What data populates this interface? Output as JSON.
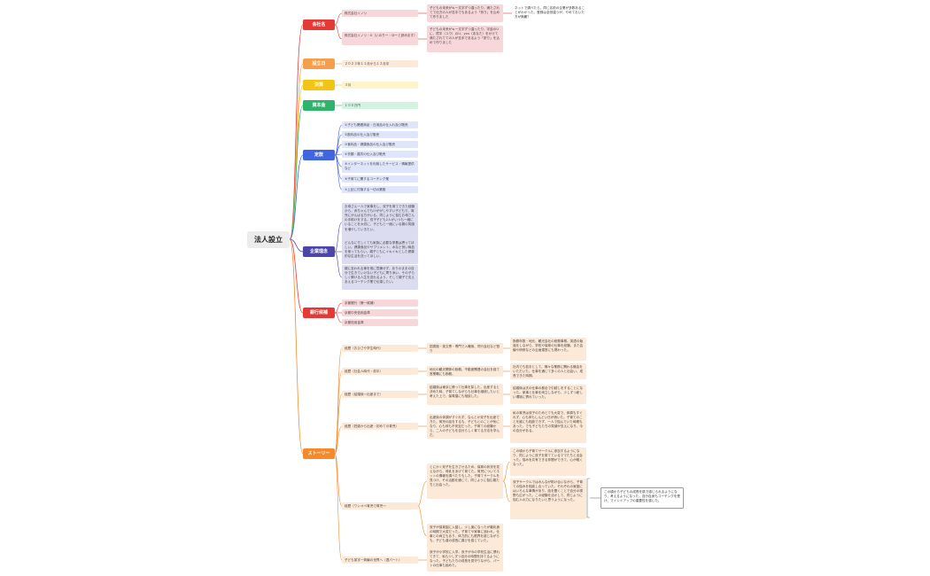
{
  "root": "法人設立",
  "colors": {
    "company": "#e53935",
    "founded": "#f59f4c",
    "fiscal": "#f2c515",
    "capital": "#2eb36b",
    "articles": "#3f66e0",
    "philosophy": "#4c46a8",
    "bank": "#e53935",
    "story": "#f58a2a"
  },
  "company": {
    "label": "会社名",
    "items": [
      "株式会社イノリ",
      "株式会社イノリ・U（いのりー・ゆーと読みます）"
    ],
    "notes": [
      "子どもの未来がキ一文字ずつ違ったり、満たされてて仕方の人が苦手でもあるよう「祈り」を込めて作りました",
      "子どもの未来がキ一文字ずつ違ったり、宇宙のUに、賀宇（ユウ）のU、you（あなた）をかけて満たされてての人が苦手であるよう「祈り」を込めて作りました"
    ],
    "note2": "ネットで調べたら、同じ名前の企業が多数あることがわかった。登録は全然違うが、やめておいた方が無難？"
  },
  "founded": {
    "label": "設立日",
    "value": "２０２３年１１月から１２月中"
  },
  "fiscal": {
    "label": "決算",
    "value": "３月"
  },
  "capital": {
    "label": "資本金",
    "value": "１００万円"
  },
  "articles": {
    "label": "定款",
    "items": [
      "①子ども関連商品・日用品の仕入れ及び販売",
      "②飲料品の仕入及び販売",
      "③食料品・健康食品の仕入及び販売",
      "④衣類・雑貨の仕入及び販売",
      "⑤インターネットを利用したサービス・情報提供など",
      "⑥子育てに関するコーチング業",
      "⑦上記に付随する一切の業務"
    ]
  },
  "philosophy": {
    "label": "企業理念",
    "items": [
      "お母さん一人で家事をし、双子を育てできた経験から、赤ちゃんでもけががしやすい子どもで、育児にがんばる方がいる。同じように悩むお母さんの手助けをする。双子子ども2人がいつも一緒にいることを大切に、子どもと一緒にいる親の笑顔を増やしていきたい。",
      "どんなに忙しくても家族に必要な栄養は摂ってほしい。健康食品やサプリメント、水など良い商品を使ってもらい、親子ともにイキイキとした健康的な生活を送ってほしい。",
      "親に言われる事を常に意識せず、ありのままの自分で生きていけない子どもに寄り添い、その子らしく輝ける人生を送れるよう、そして親子で支えあえるコーチング業で伝達したい。"
    ]
  },
  "bank": {
    "label": "銀行候補",
    "items": [
      "京都銀行（第一候補）",
      "京都中央信用金庫",
      "京都信用金庫"
    ]
  },
  "story": {
    "label": "ストーリー",
    "items": [
      "経歴（おひさや学生時代）",
      "経歴（社会人時代・前半）",
      "経歴（結婚後～出産まで）",
      "経歴（妊娠から出産・初めての育児）",
      "経歴（ワンオペ育児で育児～",
      "子ども英字一斉編の世界へ（週パート）"
    ],
    "sub": [
      "図書館・英文専・専門で入職後、同行会社など割り",
      "地元の観光関係の勤務。不動産関連の会社を経て営業職にも勤務。",
      "結婚後は東京に移って仕事を探した。出産すると決めた時、子育てしながらも仕事を継続したいと考えた上で、保育園にも相談した。",
      "出産後の体調がすぐれず、なんとか双子を出産できた。育児の話をするも、子どもとのことが気になり、心も体も不安定だった。子育ての経験から、二人の子どもを自分らしく育てる方法を学んだ。",
      "とにかく双子を生きさせるため、保育の状況を変えながら、母乳をあげて育てた。育児についてネットの情報を調べたりもした。子育てサークルを見つけ、その活動を通じて、同じように悩む親たちと出会った。",
      "双子が保育園に入園し、少し楽になったが離乳食の時期で大変だった。子育てや家事に追われ、仕事との両立もあり、体力的にも限界を感じながらも、子ども達の成長に喜びを感じていた。",
      "双子が小学校に入学。双子が今の学校生活に慣れてきて、私も少しずつ自分の時間を持てるようになった。子どもたちの成長を見守りながら、パートの仕事も始めた。"
    ],
    "notes": [
      "勤務年数・地元、観光会社の総務事務。英語の勉強をしながら、学校や保育の仕事を経験。また会議や研修などの企画運営にも携わった。",
      "社内でも若手として、様々な業務に関わる機会をいただいた。仕事を通じて多くの人と出会い、成長できた時期。",
      "結婚後は夫の仕事の都合で引越しをすることになった。家事と仕事を両立しながら、少しずつ新しい環境に慣れていった。",
      "私の育児は双子のためとても大変で、体調もすぐれず、心も体もしんどい日が続いた。子育てのことを誰にも相談できず、一人で悩んでいた時期もあった。でも子どもたちの笑顔が支えになり、今の自分がある。",
      "この頃から子育てサークルに参加するようになり、同じように双子を育てているママたちと出会った。悩みを共有できる仲間ができて、心が軽くなった。",
      "双子サークルではみんなが助け合いながら、子育ての悩みを相談し合っていた。それぞれの家庭にはいろんな事情があり、話を聞くことで自分の視野も広がった。この経験を活かして、同じように悩む人の力になりたいと思うようになった。"
    ],
    "callout": "この頃から子どもの成長を肌で感じられるようになり、考えるようになった。自分自身もコーチングを受け、マインドアップの重要性を感じた。"
  }
}
